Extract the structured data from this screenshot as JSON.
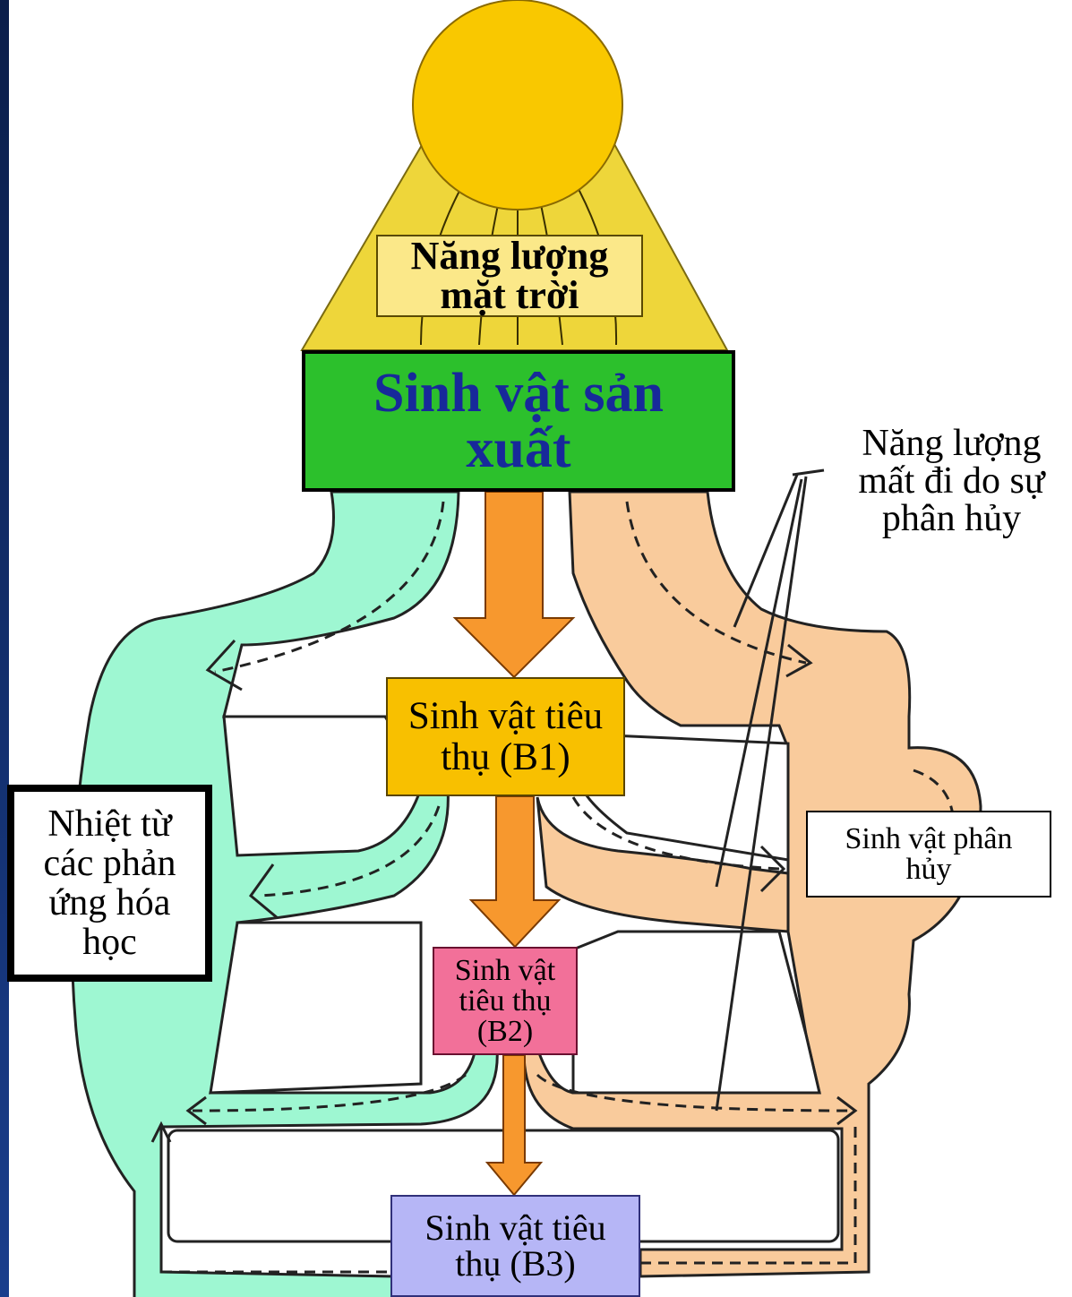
{
  "diagram": {
    "sun_label": [
      "Năng lượng",
      "mặt trời"
    ],
    "producer": [
      "Sinh vật sản",
      "xuất"
    ],
    "consumer_b1": [
      "Sinh vật tiêu",
      "thụ (B1)"
    ],
    "consumer_b2": [
      "Sinh vật",
      "tiêu thụ",
      "(B2)"
    ],
    "consumer_b3": [
      "Sinh vật tiêu",
      "thụ (B3)"
    ],
    "heat_label": [
      "Nhiệt từ",
      "các phản",
      "ứng hóa",
      "học"
    ],
    "decomposer": [
      "Sinh vật phân",
      "hủy"
    ],
    "energy_loss_label": [
      "Năng lượng",
      "mất đi do sự",
      "phân hủy"
    ]
  },
  "colors": {
    "sun": "#f9c800",
    "sun_rays": "#f0d63a",
    "producer_fill": "#2cc02c",
    "producer_text": "#17299a",
    "energy_arrow": "#f7982e",
    "heat_pipe": "#9ef7d2",
    "decomposer_pipe": "#f9cb9c",
    "consumer_b1": "#f8c000",
    "consumer_b2": "#f27099",
    "consumer_b3": "#b6b6f6"
  }
}
